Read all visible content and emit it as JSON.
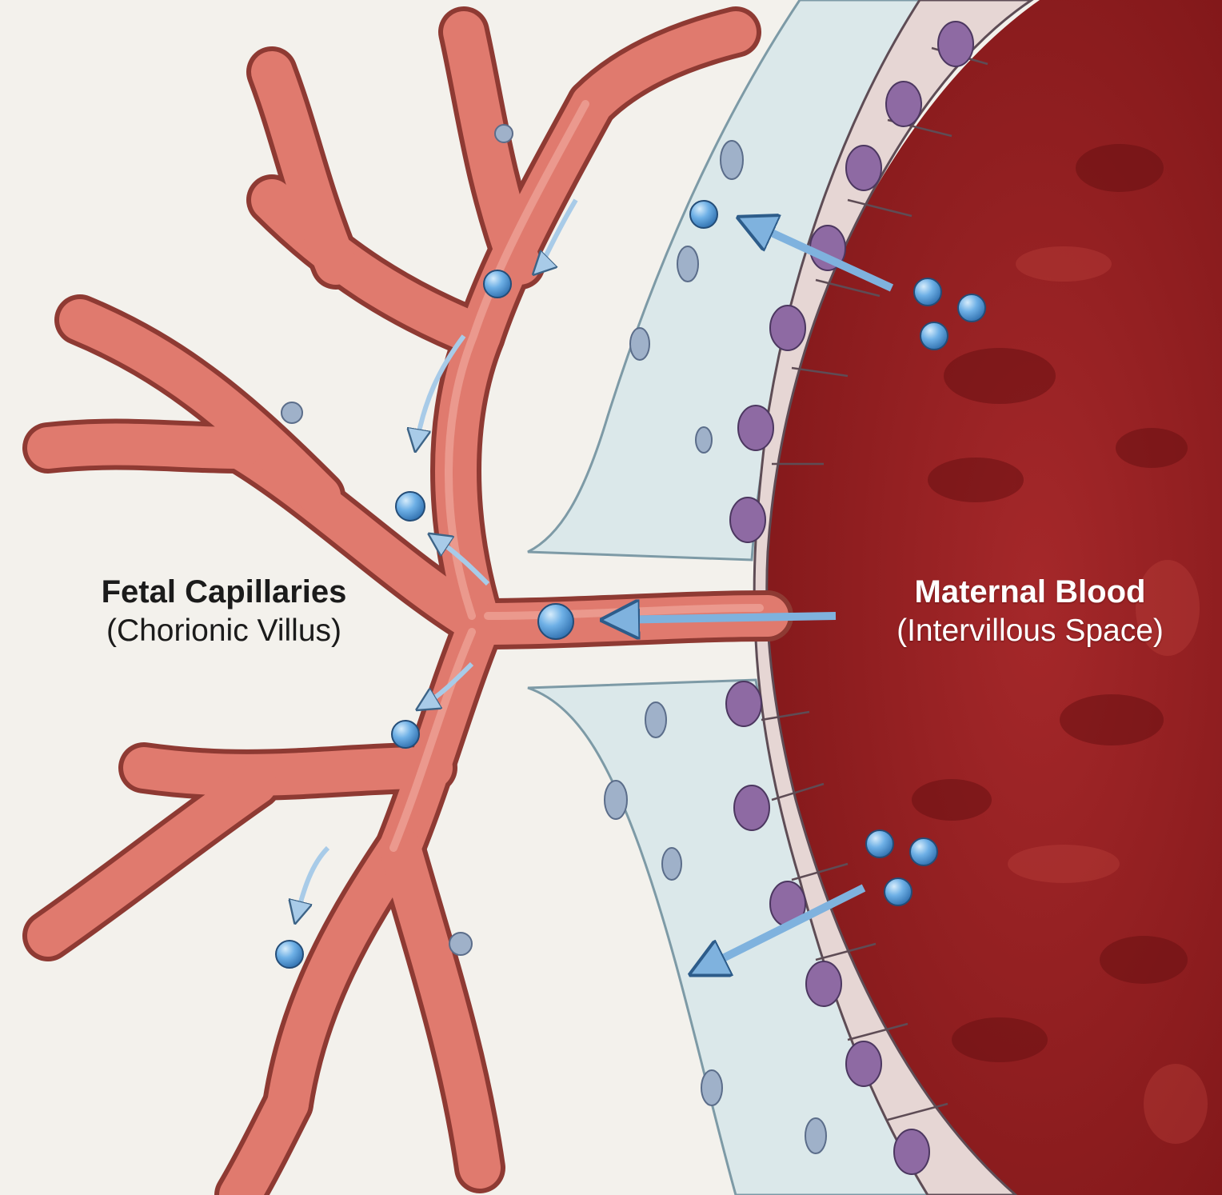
{
  "labels": {
    "fetal": {
      "title": "Fetal Capillaries",
      "subtitle": "(Chorionic Villus)"
    },
    "maternal": {
      "title": "Maternal Blood",
      "subtitle": "(Intervillous Space)"
    }
  },
  "colors": {
    "background": "#f3f1ec",
    "capillary": "#d9675d",
    "capillary_outline": "#8e3a33",
    "maternal_blood": "#8e1b1d",
    "membrane": "#dbe8ea",
    "trophoblast": "#e6d6d4",
    "nucleus": "#8e6aa3",
    "molecule": "#5b9fdc",
    "arrow": "#7fb2de"
  },
  "icons": [
    "molecule-dot",
    "diffusion-arrow",
    "flow-arrow"
  ]
}
